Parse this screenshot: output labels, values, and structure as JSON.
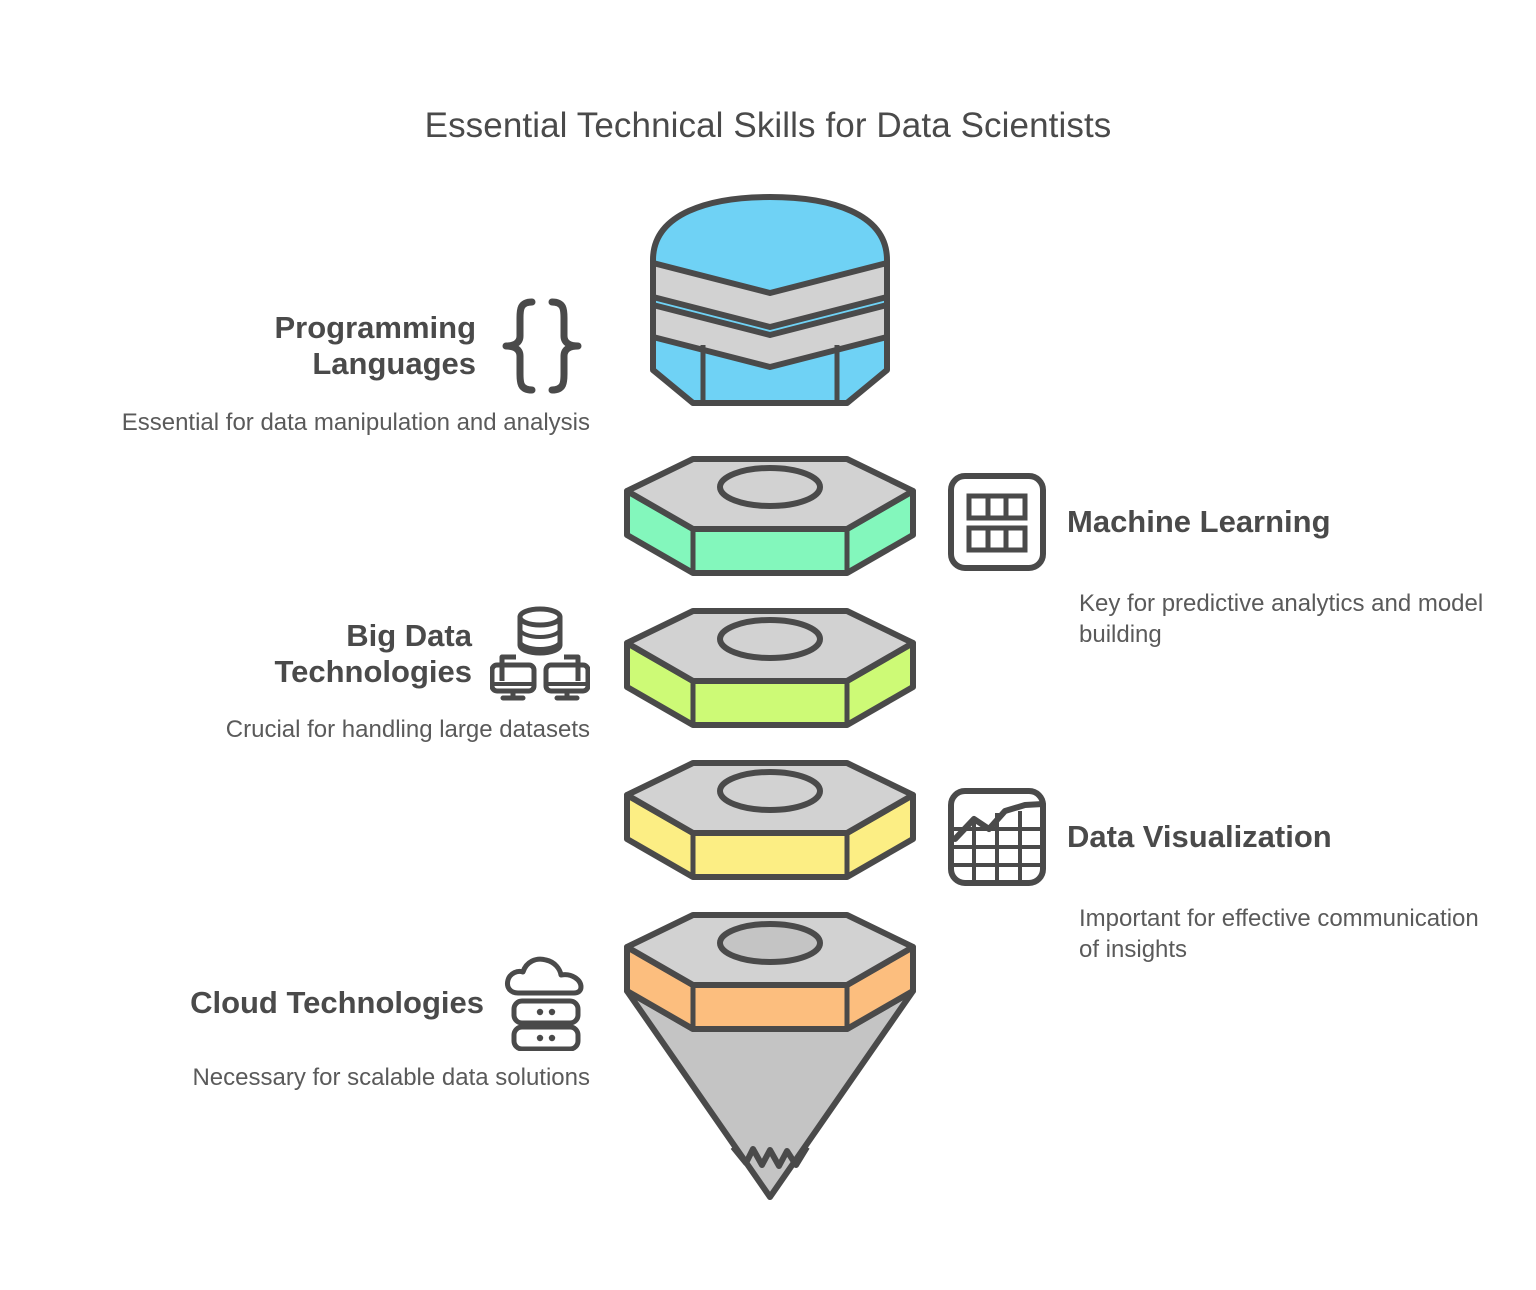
{
  "page": {
    "title": "Essential Technical Skills for Data Scientists",
    "background": "#ffffff"
  },
  "theme": {
    "text_dark": "#4a4a4a",
    "text_body": "#5a5a5a",
    "stroke": "#4a4a4a",
    "gray_top": "#d2d2d2",
    "gray_cone": "#c4c4c4"
  },
  "left_items": [
    {
      "id": "programming-languages",
      "title": "Programming Languages",
      "title_line1": "Programming",
      "title_line2": "Languages",
      "description": "Essential for data manipulation and analysis",
      "icon": "curly-braces-icon"
    },
    {
      "id": "big-data-technologies",
      "title": "Big Data Technologies",
      "title_line1": "Big Data",
      "title_line2": "Technologies",
      "description": "Crucial for handling large datasets",
      "icon": "database-network-icon"
    },
    {
      "id": "cloud-technologies",
      "title": "Cloud Technologies",
      "title_line1": "Cloud Technologies",
      "title_line2": "",
      "description": "Necessary for scalable data solutions",
      "icon": "cloud-server-icon"
    }
  ],
  "right_items": [
    {
      "id": "machine-learning",
      "title": "Machine Learning",
      "description": "Key for predictive analytics and model building",
      "icon": "table-grid-icon"
    },
    {
      "id": "data-visualization",
      "title": "Data Visualization",
      "description": "Important for effective communication of insights",
      "icon": "chart-grid-icon"
    }
  ],
  "stack": {
    "description": "Vertical stack of five drill/nut shaped layers forming a funnel ending in a pointed cone",
    "layers": [
      {
        "id": "layer-programming",
        "shape": "drum",
        "color": "#6fd2f5",
        "linked_to": "programming-languages"
      },
      {
        "id": "layer-machine-learning",
        "shape": "hex-nut",
        "color": "#83f7bc",
        "linked_to": "machine-learning"
      },
      {
        "id": "layer-big-data",
        "shape": "hex-nut",
        "color": "#cdfa76",
        "linked_to": "big-data-technologies"
      },
      {
        "id": "layer-data-viz",
        "shape": "hex-nut",
        "color": "#fcee84",
        "linked_to": "data-visualization"
      },
      {
        "id": "layer-cloud",
        "shape": "hex-nut-cone",
        "color": "#fcbe7e",
        "linked_to": "cloud-technologies"
      }
    ]
  }
}
